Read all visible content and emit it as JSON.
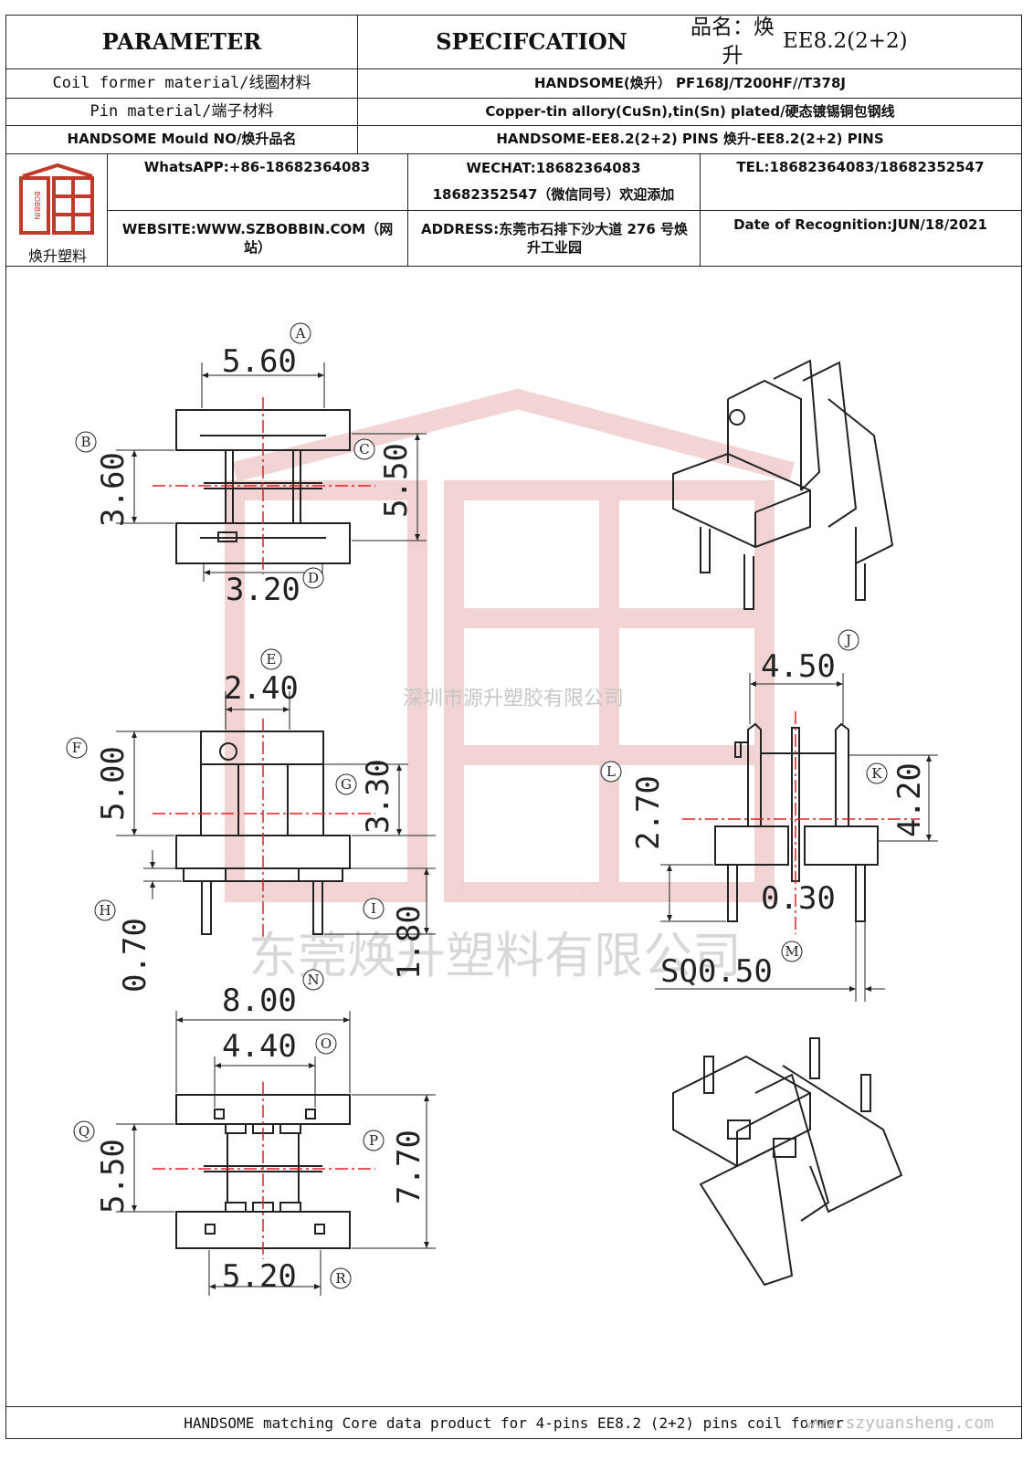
{
  "header": {
    "parameter": "PARAMETER",
    "specification": "SPECIFCATION",
    "product_name_label": "品名：焕升",
    "product_name_value": "EE8.2(2+2)",
    "rows": [
      {
        "label": "Coil former material/线圈材料",
        "value": "HANDSOME(焕升） PF168J/T200HF//T378J"
      },
      {
        "label": "Pin material/端子材料",
        "value": "Copper-tin allory(CuSn),tin(Sn) plated/硬态镀锡铜包钢线"
      },
      {
        "label": "HANDSOME Mould NO/焕升品名",
        "value": "HANDSOME-EE8.2(2+2) PINS   焕升-EE8.2(2+2) PINS"
      }
    ]
  },
  "company": {
    "logo_caption": "焕升塑料",
    "logo_vertical_text": "BOBBIN",
    "whatsapp": "WhatsAPP:+86-18682364083",
    "wechat_line1": "WECHAT:18682364083",
    "wechat_line2": "18682352547（微信同号）欢迎添加",
    "tel": "TEL:18682364083/18682352547",
    "website": "WEBSITE:WWW.SZBOBBIN.COM（网站）",
    "address": "ADDRESS:东莞市石排下沙大道 276 号焕升工业园",
    "date": "Date of Recognition:JUN/18/2021"
  },
  "watermarks": {
    "text1": "深圳市源升塑胶有限公司",
    "text2": "东莞焕升塑料有限公司",
    "site": "www.szyuansheng.com"
  },
  "dimensions": {
    "A": {
      "label": "A",
      "value": "5.60"
    },
    "B": {
      "label": "B",
      "value": "3.60"
    },
    "C": {
      "label": "C",
      "value": "5.50"
    },
    "D": {
      "label": "D",
      "value": "3.20"
    },
    "E": {
      "label": "E",
      "value": "2.40"
    },
    "F": {
      "label": "F",
      "value": "5.00"
    },
    "G": {
      "label": "G",
      "value": "3.30"
    },
    "H": {
      "label": "H",
      "value": "0.70"
    },
    "I": {
      "label": "I",
      "value": "1.80"
    },
    "J": {
      "label": "J",
      "value": "4.50"
    },
    "K": {
      "label": "K",
      "value": "4.20"
    },
    "L": {
      "label": "L",
      "value": "2.70"
    },
    "M": {
      "label": "M",
      "value": "SQ0.50"
    },
    "N": {
      "label": "N",
      "value": "8.00"
    },
    "O": {
      "label": "O",
      "value": "4.40"
    },
    "P": {
      "label": "P",
      "value": "7.70"
    },
    "Q": {
      "label": "Q",
      "value": "5.50"
    },
    "R": {
      "label": "R",
      "value": "5.20"
    },
    "pin_gap": {
      "value": "0.30"
    }
  },
  "footer": {
    "text": "HANDSOME matching Core data  product for 4-pins EE8.2 (2+2) pins coil former"
  },
  "colors": {
    "line": "#222222",
    "centerline": "#e02020",
    "watermark": "#e8b0b0",
    "logo": "#c0392b"
  }
}
